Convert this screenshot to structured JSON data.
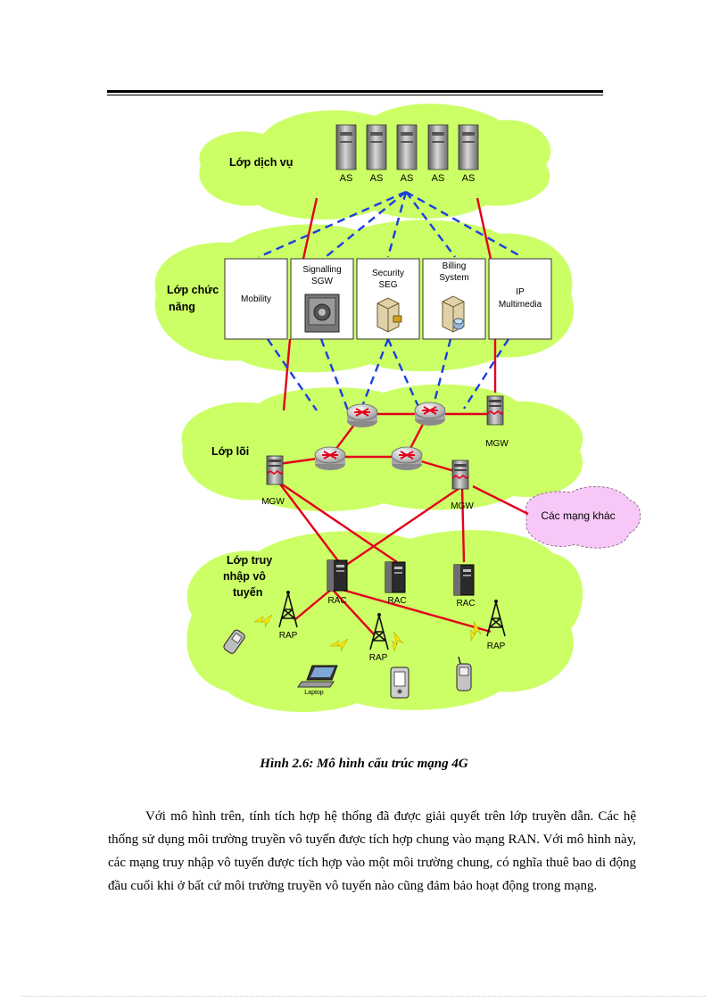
{
  "diagram": {
    "layers": {
      "service": "Lớp dịch vụ",
      "function_1": "Lớp chức",
      "function_2": "năng",
      "core": "Lớp lõi",
      "access_1": "Lớp truy",
      "access_2": "nhập vô",
      "access_3": "tuyến"
    },
    "as_label": "AS",
    "boxes": {
      "mobility": "Mobility",
      "signalling_1": "Signalling",
      "signalling_2": "SGW",
      "security_1": "Security",
      "security_2": "SEG",
      "billing_1": "Billing",
      "billing_2": "System",
      "ip_1": "IP",
      "ip_2": "Multimedia"
    },
    "mgw": "MGW",
    "other_networks": "Các mạng khác",
    "rac": "RAC",
    "rap": "RAP",
    "laptop": "Laptop"
  },
  "caption": "Hình 2.6: Mô hình cấu trúc mạng 4G",
  "paragraph": "Với mô hình trên, tính tích hợp hệ thống đã được giải quyết trên lớp truyền dẫn. Các hệ thống sử dụng môi trường truyền vô tuyến được tích hợp chung vào mạng RAN. Với mô hình này, các mạng truy nhập vô tuyến được tích hợp vào một môi trường chung, có nghĩa thuê bao di động đầu cuối khi ở bất cứ môi trường truyền vô tuyến nào cũng đảm bảo hoạt động trong mạng.",
  "colors": {
    "cloud": "#ccff66",
    "pink_cloud": "#f7c8f7",
    "red_link": "#e3001b",
    "blue_dash": "#1a3fe0"
  }
}
